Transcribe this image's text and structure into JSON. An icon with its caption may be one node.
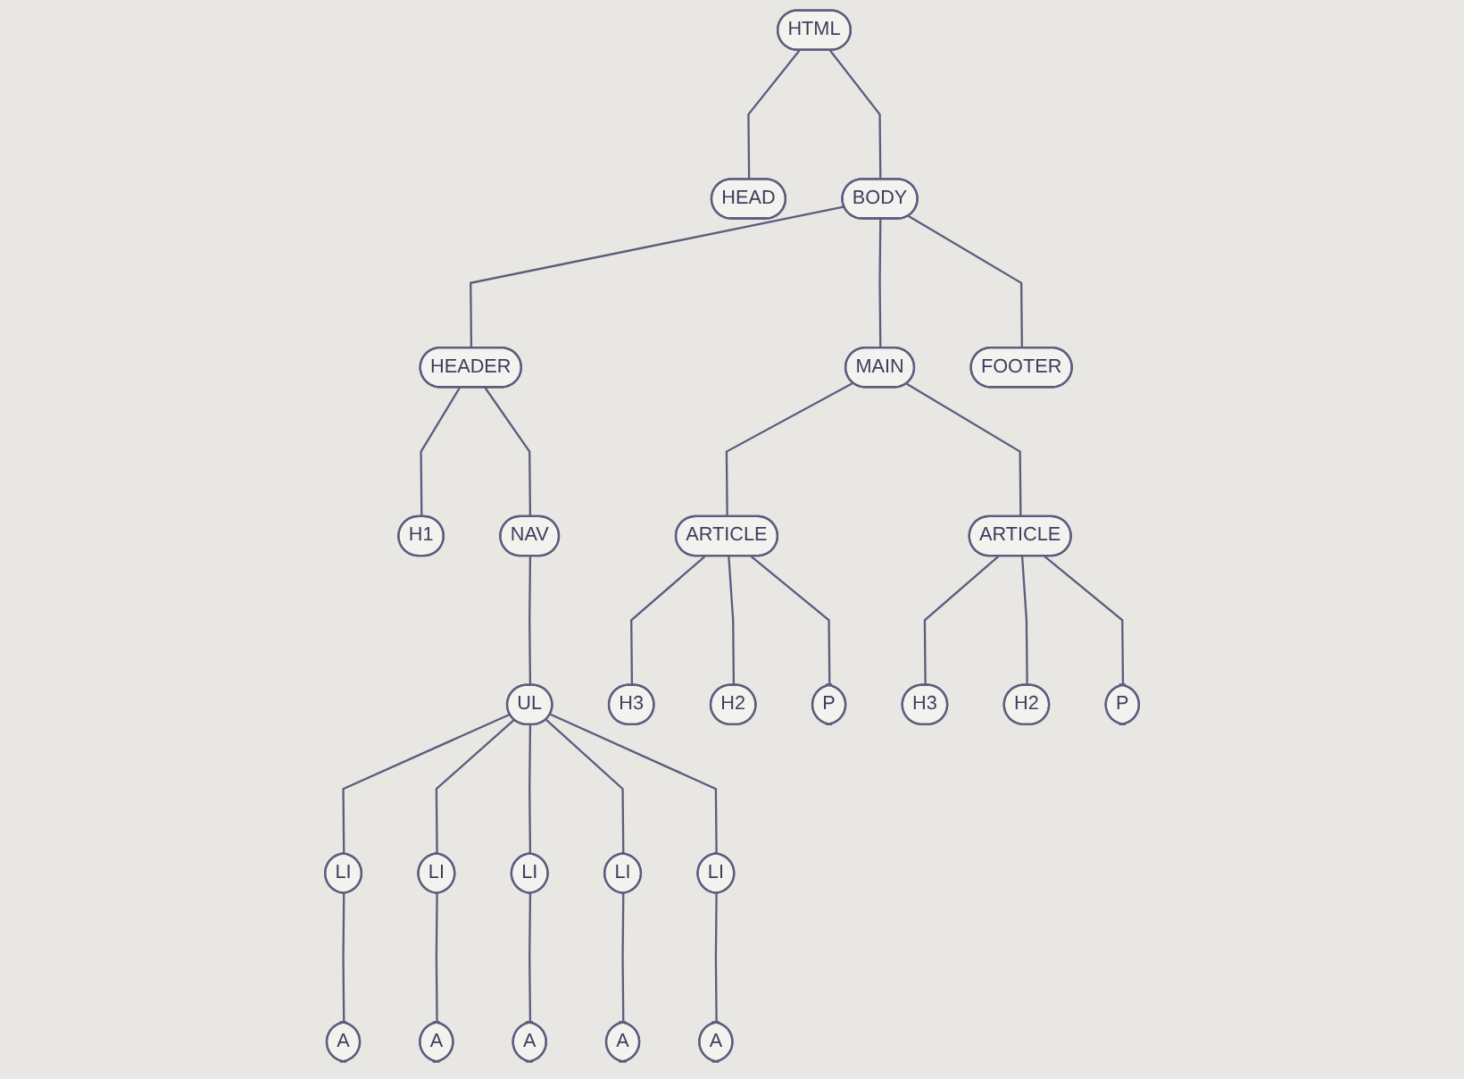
{
  "diagram": {
    "nodes": [
      {
        "text": [
          "HTML"
        ]
      },
      {
        "text": [
          "HEAD"
        ]
      },
      {
        "text": [
          "BODY"
        ]
      },
      {
        "text": [
          "HEADER"
        ]
      },
      {
        "text": [
          "MAIN"
        ]
      },
      {
        "text": [
          "FOOTER"
        ]
      },
      {
        "text": [
          "H1"
        ]
      },
      {
        "text": [
          "NAV"
        ]
      },
      {
        "text": [
          "ARTICLE"
        ]
      },
      {
        "text": [
          "ARTICLE"
        ]
      },
      {
        "text": [
          "UL"
        ]
      },
      {
        "text": [
          "H3"
        ]
      },
      {
        "text": [
          "H2"
        ]
      },
      {
        "text": [
          "P"
        ]
      },
      {
        "text": [
          "H3"
        ]
      },
      {
        "text": [
          "H2"
        ]
      },
      {
        "text": [
          "P"
        ]
      },
      {
        "text": [
          "LI"
        ]
      },
      {
        "text": [
          "LI"
        ]
      },
      {
        "text": [
          "LI"
        ]
      },
      {
        "text": [
          "LI"
        ]
      },
      {
        "text": [
          "LI"
        ]
      },
      {
        "text": [
          "A"
        ]
      },
      {
        "text": [
          "A"
        ]
      },
      {
        "text": [
          "A"
        ]
      },
      {
        "text": [
          "A"
        ]
      },
      {
        "text": [
          "A"
        ]
      }
    ],
    "edges": [
      {
        "from": 0,
        "to": 1,
        "arrow": "none"
      },
      {
        "from": 0,
        "to": 2,
        "arrow": "none"
      },
      {
        "from": 2,
        "to": 3,
        "arrow": "none"
      },
      {
        "from": 2,
        "to": 4,
        "arrow": "none"
      },
      {
        "from": 2,
        "to": 5,
        "arrow": "none"
      },
      {
        "from": 3,
        "to": 6,
        "arrow": "none"
      },
      {
        "from": 3,
        "to": 7,
        "arrow": "none"
      },
      {
        "from": 4,
        "to": 8,
        "arrow": "none"
      },
      {
        "from": 4,
        "to": 9,
        "arrow": "none"
      },
      {
        "from": 7,
        "to": 10,
        "arrow": "none"
      },
      {
        "from": 8,
        "to": 11,
        "arrow": "none"
      },
      {
        "from": 8,
        "to": 12,
        "arrow": "none"
      },
      {
        "from": 8,
        "to": 13,
        "arrow": "none"
      },
      {
        "from": 9,
        "to": 14,
        "arrow": "none"
      },
      {
        "from": 9,
        "to": 15,
        "arrow": "none"
      },
      {
        "from": 9,
        "to": 16,
        "arrow": "none"
      },
      {
        "from": 10,
        "to": 17,
        "arrow": "none"
      },
      {
        "from": 10,
        "to": 18,
        "arrow": "none"
      },
      {
        "from": 10,
        "to": 19,
        "arrow": "none"
      },
      {
        "from": 10,
        "to": 20,
        "arrow": "none"
      },
      {
        "from": 10,
        "to": 21,
        "arrow": "none"
      },
      {
        "from": 17,
        "to": 22,
        "arrow": "none"
      },
      {
        "from": 18,
        "to": 23,
        "arrow": "none"
      },
      {
        "from": 19,
        "to": 24,
        "arrow": "none"
      },
      {
        "from": 20,
        "to": 25,
        "arrow": "none"
      },
      {
        "from": 21,
        "to": 26,
        "arrow": "none"
      }
    ]
  }
}
